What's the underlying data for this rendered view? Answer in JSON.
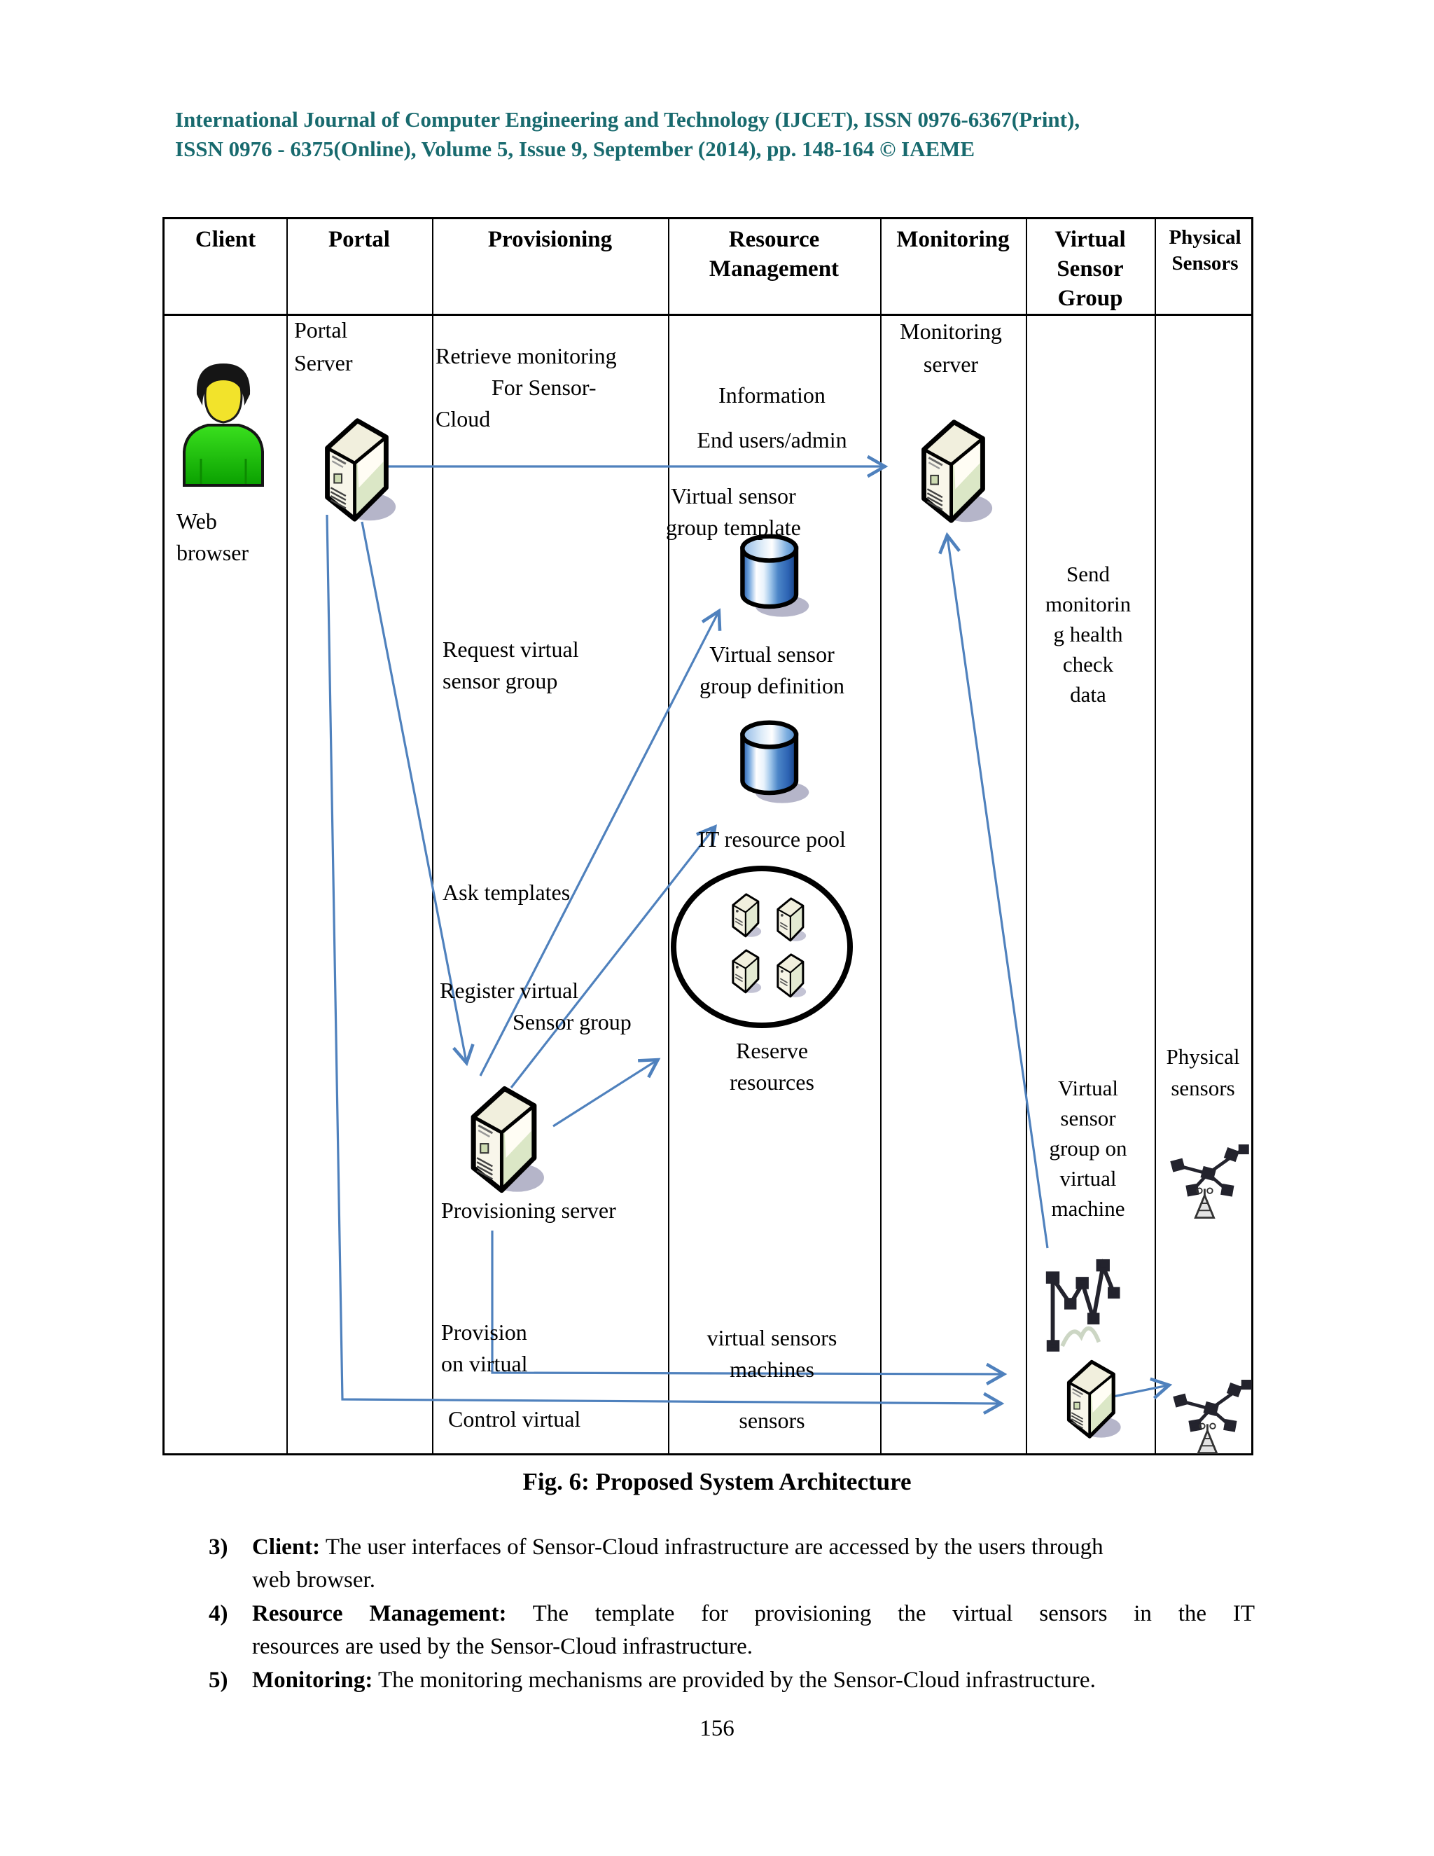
{
  "page": {
    "header": "International Journal of Computer Engineering and Technology (IJCET), ISSN 0976-6367(Print),\nISSN 0976 - 6375(Online), Volume 5, Issue 9, September (2014), pp. 148-164 © IAEME",
    "caption": "Fig. 6: Proposed System Architecture",
    "page_number": "156"
  },
  "colors": {
    "header_teal": "#186a6e",
    "arrow_blue": "#4f81bd"
  },
  "table": {
    "columns": [
      "Client",
      "Portal",
      "Provisioning",
      "Resource Management",
      "Monitoring",
      "Virtual Sensor Group",
      "Physical Sensors"
    ]
  },
  "diagram": {
    "labels": {
      "web_browser": "Web\nbrowser",
      "portal_server": "Portal\nServer",
      "retrieve": "Retrieve monitoring\n          For Sensor-\nCloud",
      "request": "Request virtual\nsensor group",
      "ask": "Ask templates",
      "register": "Register virtual\n             Sensor group",
      "provisioning_server": "Provisioning server",
      "provision_on": "Provision\non virtual",
      "control": "Control virtual",
      "information": "Information\nEnd users/admin",
      "vsg_template": "Virtual sensor\ngroup template",
      "vsg_definition": "Virtual sensor\ngroup definition",
      "it_pool": "IT resource pool",
      "reserve": "Reserve\nresources",
      "vs_machines": "virtual sensors\nmachines",
      "sensors": "sensors",
      "monitoring_server": "Monitoring\nserver",
      "send_monitoring": "Send\nmonitorin\ng health\ncheck\ndata",
      "vsg_on_vm": "Virtual\nsensor\ngroup on\nvirtual\nmachine",
      "physical_sensors": "Physical\nsensors"
    }
  },
  "list": {
    "items": [
      {
        "num": "3)",
        "term": "Client:",
        "text1": "The user interfaces of Sensor-Cloud infrastructure are accessed by the users through",
        "text2": "web browser."
      },
      {
        "num": "4)",
        "term": "Resource Management:",
        "text1": "The template for provisioning the virtual sensors in the IT",
        "text2": "resources are used by the Sensor-Cloud infrastructure."
      },
      {
        "num": "5)",
        "term": "Monitoring:",
        "text1": "The monitoring mechanisms are provided by the Sensor-Cloud infrastructure.",
        "text2": ""
      }
    ]
  }
}
